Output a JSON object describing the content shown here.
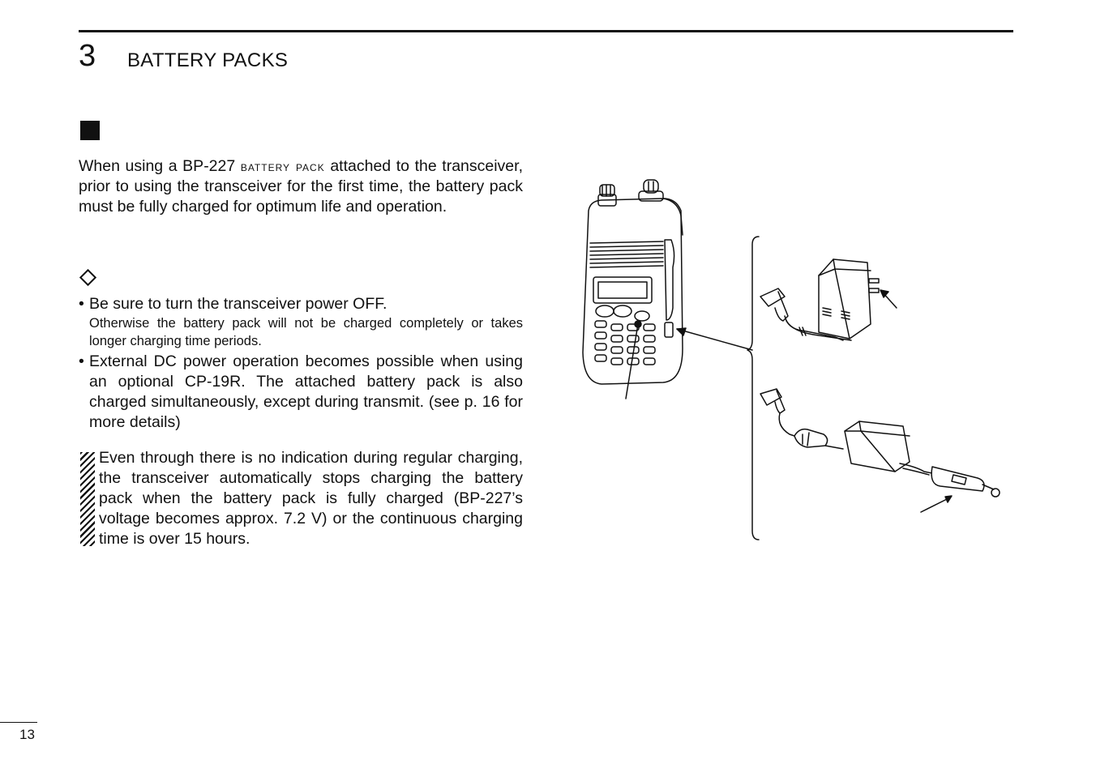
{
  "header": {
    "chapter_number": "3",
    "chapter_title": "BATTERY PACKS"
  },
  "intro": {
    "lead": "When using a BP-227 ",
    "smallcaps": "battery pack",
    "rest": " attached to the transceiver, prior to using the transceiver for the first time, the battery pack must be fully charged for optimum life and operation."
  },
  "bullets": [
    {
      "text": "Be sure to turn the transceiver power OFF.",
      "note": "Otherwise the battery pack will not be charged completely or takes longer charging time periods."
    },
    {
      "text": "External DC power operation becomes possible when using an optional CP-19R. The attached battery pack is also charged simultaneously, except during transmit. (see p. 16 for more details)"
    }
  ],
  "note": "Even through there is no indication during regular charging, the transceiver automatically stops charging the battery pack when the battery pack is fully charged (BP-227’s voltage becomes approx. 7.2 V) or the continuous charging time is over 15 hours.",
  "footer": {
    "page_number": "13"
  },
  "icons": {
    "section_marker": "black-square-icon",
    "subsection_marker": "diamond-icon",
    "note_marker": "hatched-bar-icon"
  },
  "illustration": {
    "depicts": [
      "transceiver",
      "ac-adapter",
      "cigarette-lighter-cable"
    ]
  }
}
